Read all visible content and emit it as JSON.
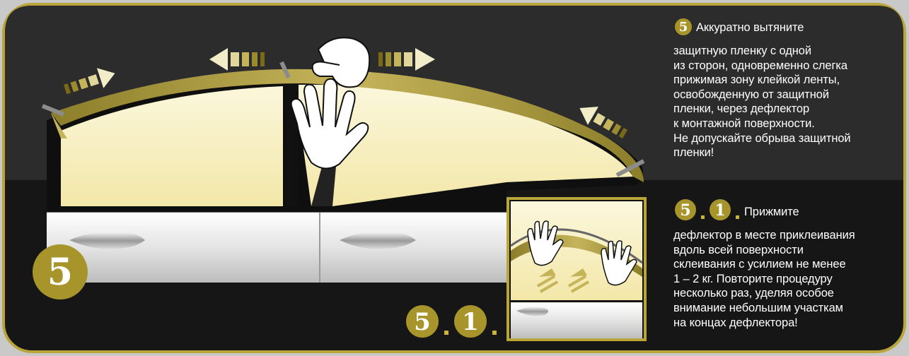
{
  "main_step": {
    "number": "5",
    "heading": "Аккуратно вытяните",
    "body_lines": [
      "защитную пленку с одной",
      "из сторон, одновременно слегка",
      "прижимая зону клейкой ленты,",
      "освобожденную от защитной",
      "пленки, через дефлектор",
      "к монтажной поверхности.",
      "Не допускайте обрыва защитной",
      "пленки!"
    ]
  },
  "sub_step": {
    "number_major": "5",
    "number_minor": "1",
    "heading": "Прижмите",
    "body_lines": [
      "дефлектор в месте приклеивания",
      "вдоль всей поверхности",
      "склеивания с усилием не менее",
      "1 – 2 кг. Повторите процедуру",
      "несколько раз, уделяя особое",
      "внимание небольшим участкам",
      "на концах дефлектора!"
    ]
  },
  "illustration": {
    "main_badge": "5",
    "inset_badge_major": "5",
    "inset_badge_minor": "1"
  },
  "colors": {
    "gold": "#a7952c",
    "gold_border": "#b9a53a",
    "panel_top": "#2b2b2b",
    "panel_bottom": "#161616",
    "window_glass": "#fbf4cf",
    "door_chrome": "#eeeeee",
    "outer_background": "#c9c9c9"
  }
}
